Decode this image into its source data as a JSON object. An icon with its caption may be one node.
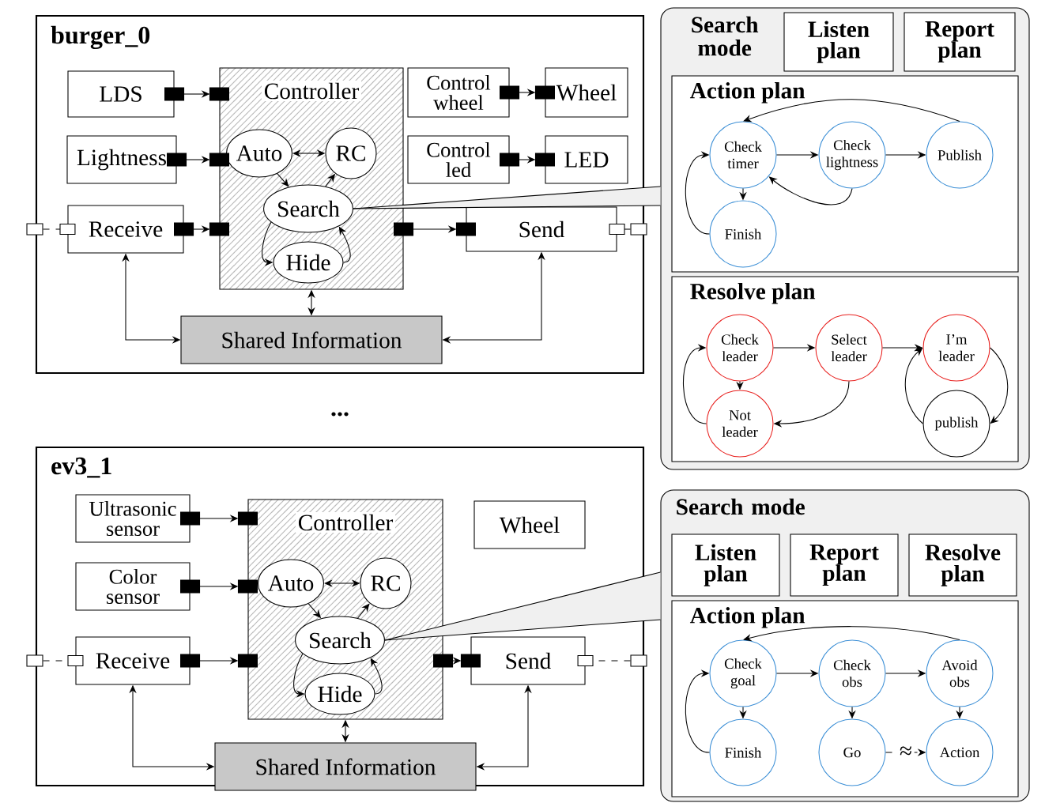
{
  "diagram": {
    "nodes": [
      {
        "text": [
          "burger_0"
        ]
      },
      {
        "text": [
          "LDS"
        ],
        "in": 0
      },
      {
        "text": [
          "Lightness"
        ],
        "in": 0
      },
      {
        "text": [
          "Receive"
        ],
        "in": 0
      },
      {
        "text": [
          "Controller"
        ],
        "in": 0
      },
      {
        "text": [
          "Auto"
        ],
        "in": 4
      },
      {
        "text": [
          "RC"
        ],
        "in": 4
      },
      {
        "text": [
          "Search"
        ],
        "in": 4
      },
      {
        "text": [
          "Hide"
        ],
        "in": 4
      },
      {
        "text": [
          "Control wheel"
        ],
        "in": 0
      },
      {
        "text": [
          "Wheel"
        ],
        "in": 0
      },
      {
        "text": [
          "Control led"
        ],
        "in": 0
      },
      {
        "text": [
          "LED"
        ],
        "in": 0
      },
      {
        "text": [
          "Send"
        ],
        "in": 0
      },
      {
        "text": [
          "Shared Information"
        ],
        "in": 0
      },
      {
        "text": [],
        "shape": "box"
      },
      {
        "text": [],
        "shape": "box"
      },
      {
        "text": [
          "Search mode"
        ]
      },
      {
        "text": [
          "Listen plan"
        ],
        "in": 17
      },
      {
        "text": [
          "Report plan"
        ],
        "in": 17
      },
      {
        "text": [
          "Action plan"
        ],
        "in": 17
      },
      {
        "text": [
          "Check timer"
        ],
        "in": 20
      },
      {
        "text": [
          "Check lightness"
        ],
        "in": 20
      },
      {
        "text": [
          "Publish"
        ],
        "in": 20
      },
      {
        "text": [
          "Finish"
        ],
        "in": 20
      },
      {
        "text": [
          "Resolve plan"
        ],
        "in": 17
      },
      {
        "text": [
          "Check leader"
        ],
        "in": 25
      },
      {
        "text": [
          "Select leader"
        ],
        "in": 25
      },
      {
        "text": [
          "Not leader"
        ],
        "in": 25
      },
      {
        "text": [
          "I’m leader"
        ],
        "in": 25
      },
      {
        "text": [
          "publish"
        ],
        "in": 25
      },
      {
        "text": [
          "ev3_1"
        ]
      },
      {
        "text": [
          "Ultrasonic sensor"
        ],
        "in": 31
      },
      {
        "text": [
          "Color sensor"
        ],
        "in": 31
      },
      {
        "text": [
          "Receive"
        ],
        "in": 31
      },
      {
        "text": [
          "Controller"
        ],
        "in": 31
      },
      {
        "text": [
          "Auto"
        ],
        "in": 35
      },
      {
        "text": [
          "RC"
        ],
        "in": 35
      },
      {
        "text": [
          "Search"
        ],
        "in": 35
      },
      {
        "text": [
          "Hide"
        ],
        "in": 35
      },
      {
        "text": [
          "Wheel"
        ],
        "in": 31
      },
      {
        "text": [
          "Send"
        ],
        "in": 31
      },
      {
        "text": [
          "Shared Information"
        ],
        "in": 31
      },
      {
        "text": [],
        "shape": "box"
      },
      {
        "text": [],
        "shape": "box"
      },
      {
        "text": [
          "Search mode"
        ]
      },
      {
        "text": [
          "Listen plan"
        ],
        "in": 45
      },
      {
        "text": [
          "Report plan"
        ],
        "in": 45
      },
      {
        "text": [
          "Resolve plan"
        ],
        "in": 45
      },
      {
        "text": [
          "Action plan"
        ],
        "in": 45
      },
      {
        "text": [
          "Check goal"
        ],
        "in": 49
      },
      {
        "text": [
          "Check obs"
        ],
        "in": 49
      },
      {
        "text": [
          "Avoid obs"
        ],
        "in": 49
      },
      {
        "text": [
          "Finish"
        ],
        "in": 49
      },
      {
        "text": [
          "Go"
        ],
        "in": 49
      },
      {
        "text": [
          "Action"
        ],
        "in": 49
      }
    ],
    "edges": [
      {
        "from": 1,
        "to": 4,
        "arrow": "to"
      },
      {
        "from": 2,
        "to": 4,
        "arrow": "to"
      },
      {
        "from": 3,
        "to": 4,
        "arrow": "to"
      },
      {
        "from": 9,
        "to": 10,
        "arrow": "to"
      },
      {
        "from": 11,
        "to": 12,
        "arrow": "to"
      },
      {
        "from": 4,
        "to": 13,
        "arrow": "to"
      },
      {
        "from": 15,
        "to": 3,
        "arrow": "other",
        "style": "dashed"
      },
      {
        "from": 16,
        "to": 13,
        "arrow": "other",
        "style": "dashed"
      },
      {
        "from": 3,
        "to": 14,
        "arrow": "both"
      },
      {
        "from": 13,
        "to": 14,
        "arrow": "both"
      },
      {
        "from": 4,
        "to": 14,
        "arrow": "both"
      },
      {
        "from": 5,
        "to": 6,
        "arrow": "both"
      },
      {
        "from": 5,
        "to": 7,
        "arrow": "to"
      },
      {
        "from": 7,
        "to": 6,
        "arrow": "to"
      },
      {
        "from": 7,
        "to": 8,
        "arrow": "to"
      },
      {
        "from": 8,
        "to": 7,
        "arrow": "to"
      },
      {
        "from": 7,
        "to": 17,
        "arrow": "none"
      },
      {
        "from": 21,
        "to": 22,
        "arrow": "to"
      },
      {
        "from": 22,
        "to": 23,
        "arrow": "to"
      },
      {
        "from": 23,
        "to": 21,
        "arrow": "to"
      },
      {
        "from": 22,
        "to": 21,
        "arrow": "to"
      },
      {
        "from": 21,
        "to": 24,
        "arrow": "to"
      },
      {
        "from": 24,
        "to": 21,
        "arrow": "to"
      },
      {
        "from": 26,
        "to": 27,
        "arrow": "to"
      },
      {
        "from": 27,
        "to": 29,
        "arrow": "to"
      },
      {
        "from": 26,
        "to": 28,
        "arrow": "to"
      },
      {
        "from": 27,
        "to": 28,
        "arrow": "to"
      },
      {
        "from": 28,
        "to": 26,
        "arrow": "to"
      },
      {
        "from": 29,
        "to": 30,
        "arrow": "to"
      },
      {
        "from": 30,
        "to": 29,
        "arrow": "to"
      },
      {
        "from": 32,
        "to": 35,
        "arrow": "to"
      },
      {
        "from": 33,
        "to": 35,
        "arrow": "to"
      },
      {
        "from": 34,
        "to": 35,
        "arrow": "to"
      },
      {
        "from": 35,
        "to": 41,
        "arrow": "to"
      },
      {
        "from": 43,
        "to": 34,
        "arrow": "other",
        "style": "dashed"
      },
      {
        "from": 44,
        "to": 41,
        "arrow": "other",
        "style": "dashed"
      },
      {
        "from": 34,
        "to": 42,
        "arrow": "both"
      },
      {
        "from": 41,
        "to": 42,
        "arrow": "both"
      },
      {
        "from": 35,
        "to": 42,
        "arrow": "both"
      },
      {
        "from": 36,
        "to": 37,
        "arrow": "both"
      },
      {
        "from": 36,
        "to": 38,
        "arrow": "to"
      },
      {
        "from": 38,
        "to": 37,
        "arrow": "to"
      },
      {
        "from": 38,
        "to": 39,
        "arrow": "to"
      },
      {
        "from": 39,
        "to": 38,
        "arrow": "to"
      },
      {
        "from": 38,
        "to": 45,
        "arrow": "none"
      },
      {
        "from": 50,
        "to": 51,
        "arrow": "to"
      },
      {
        "from": 51,
        "to": 52,
        "arrow": "to"
      },
      {
        "from": 52,
        "to": 50,
        "arrow": "to"
      },
      {
        "from": 50,
        "to": 53,
        "arrow": "to"
      },
      {
        "from": 53,
        "to": 50,
        "arrow": "to"
      },
      {
        "from": 51,
        "to": 54,
        "arrow": "to"
      },
      {
        "from": 52,
        "to": 55,
        "arrow": "to"
      },
      {
        "from": 54,
        "to": 55,
        "arrow": "to",
        "label": "≈",
        "style": "dashed"
      }
    ],
    "labels": [
      "..."
    ]
  }
}
